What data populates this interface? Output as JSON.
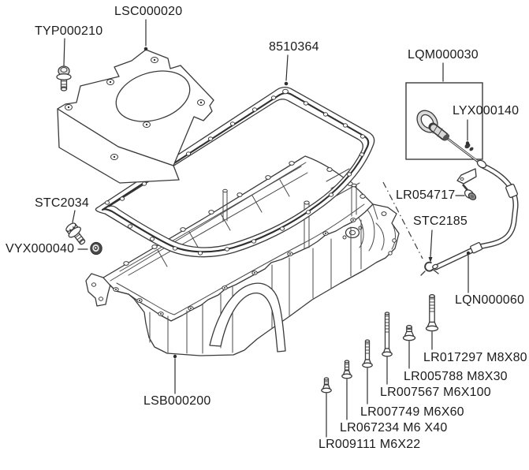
{
  "diagram": {
    "kind": "exploded-parts-diagram",
    "subject": "engine-oil-sump-and-dipstick",
    "background_color": "#ffffff",
    "line_color": "#3a3a3a",
    "text_color": "#1c1c1c",
    "callouts": [
      {
        "part_number": "TYP000210"
      },
      {
        "part_number": "LSC000020"
      },
      {
        "part_number": "8510364"
      },
      {
        "part_number": "LQM000030"
      },
      {
        "part_number": "LYX000140"
      },
      {
        "part_number": "LR054717"
      },
      {
        "part_number": "STC2185"
      },
      {
        "part_number": "LQN000060"
      },
      {
        "part_number": "STC2034"
      },
      {
        "part_number": "VYX000040"
      },
      {
        "part_number": "LSB000200"
      },
      {
        "part_number": "LR017297 M8X80"
      },
      {
        "part_number": "LR005788 M8X30"
      },
      {
        "part_number": "LR007567 M6X100"
      },
      {
        "part_number": "LR007749 M6X60"
      },
      {
        "part_number": "LR067234 M6 X40"
      },
      {
        "part_number": "LR009111 M6X22"
      }
    ]
  }
}
